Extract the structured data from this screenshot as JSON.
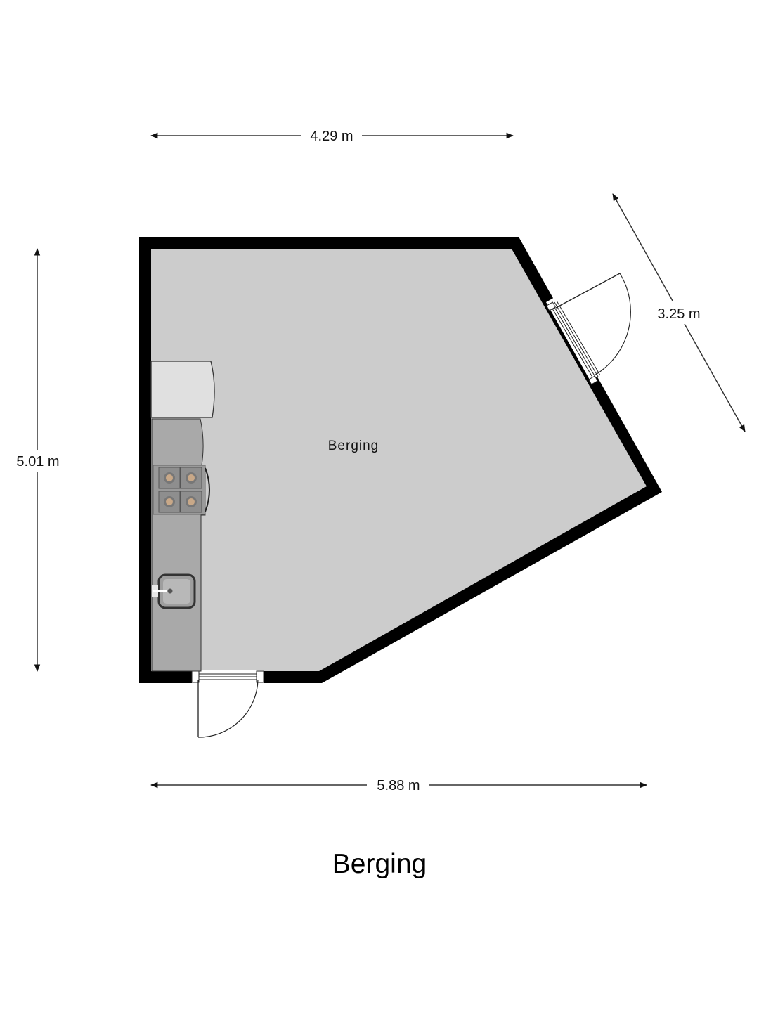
{
  "plan": {
    "caption": "Berging",
    "room": {
      "label": "Berging",
      "floor_color": "#cccccc",
      "wall_color": "#000000"
    },
    "dimensions": {
      "top": "4.29 m",
      "left": "5.01 m",
      "bottom": "5.88 m",
      "diagonal": "3.25 m"
    },
    "fixtures": [
      {
        "type": "fridge-or-cabinet"
      },
      {
        "type": "counter"
      },
      {
        "type": "stove",
        "burners": 4
      },
      {
        "type": "sink"
      }
    ],
    "doors": [
      {
        "position": "bottom-left",
        "swing": "outward"
      },
      {
        "position": "right-diagonal",
        "swing": "outward"
      }
    ]
  }
}
